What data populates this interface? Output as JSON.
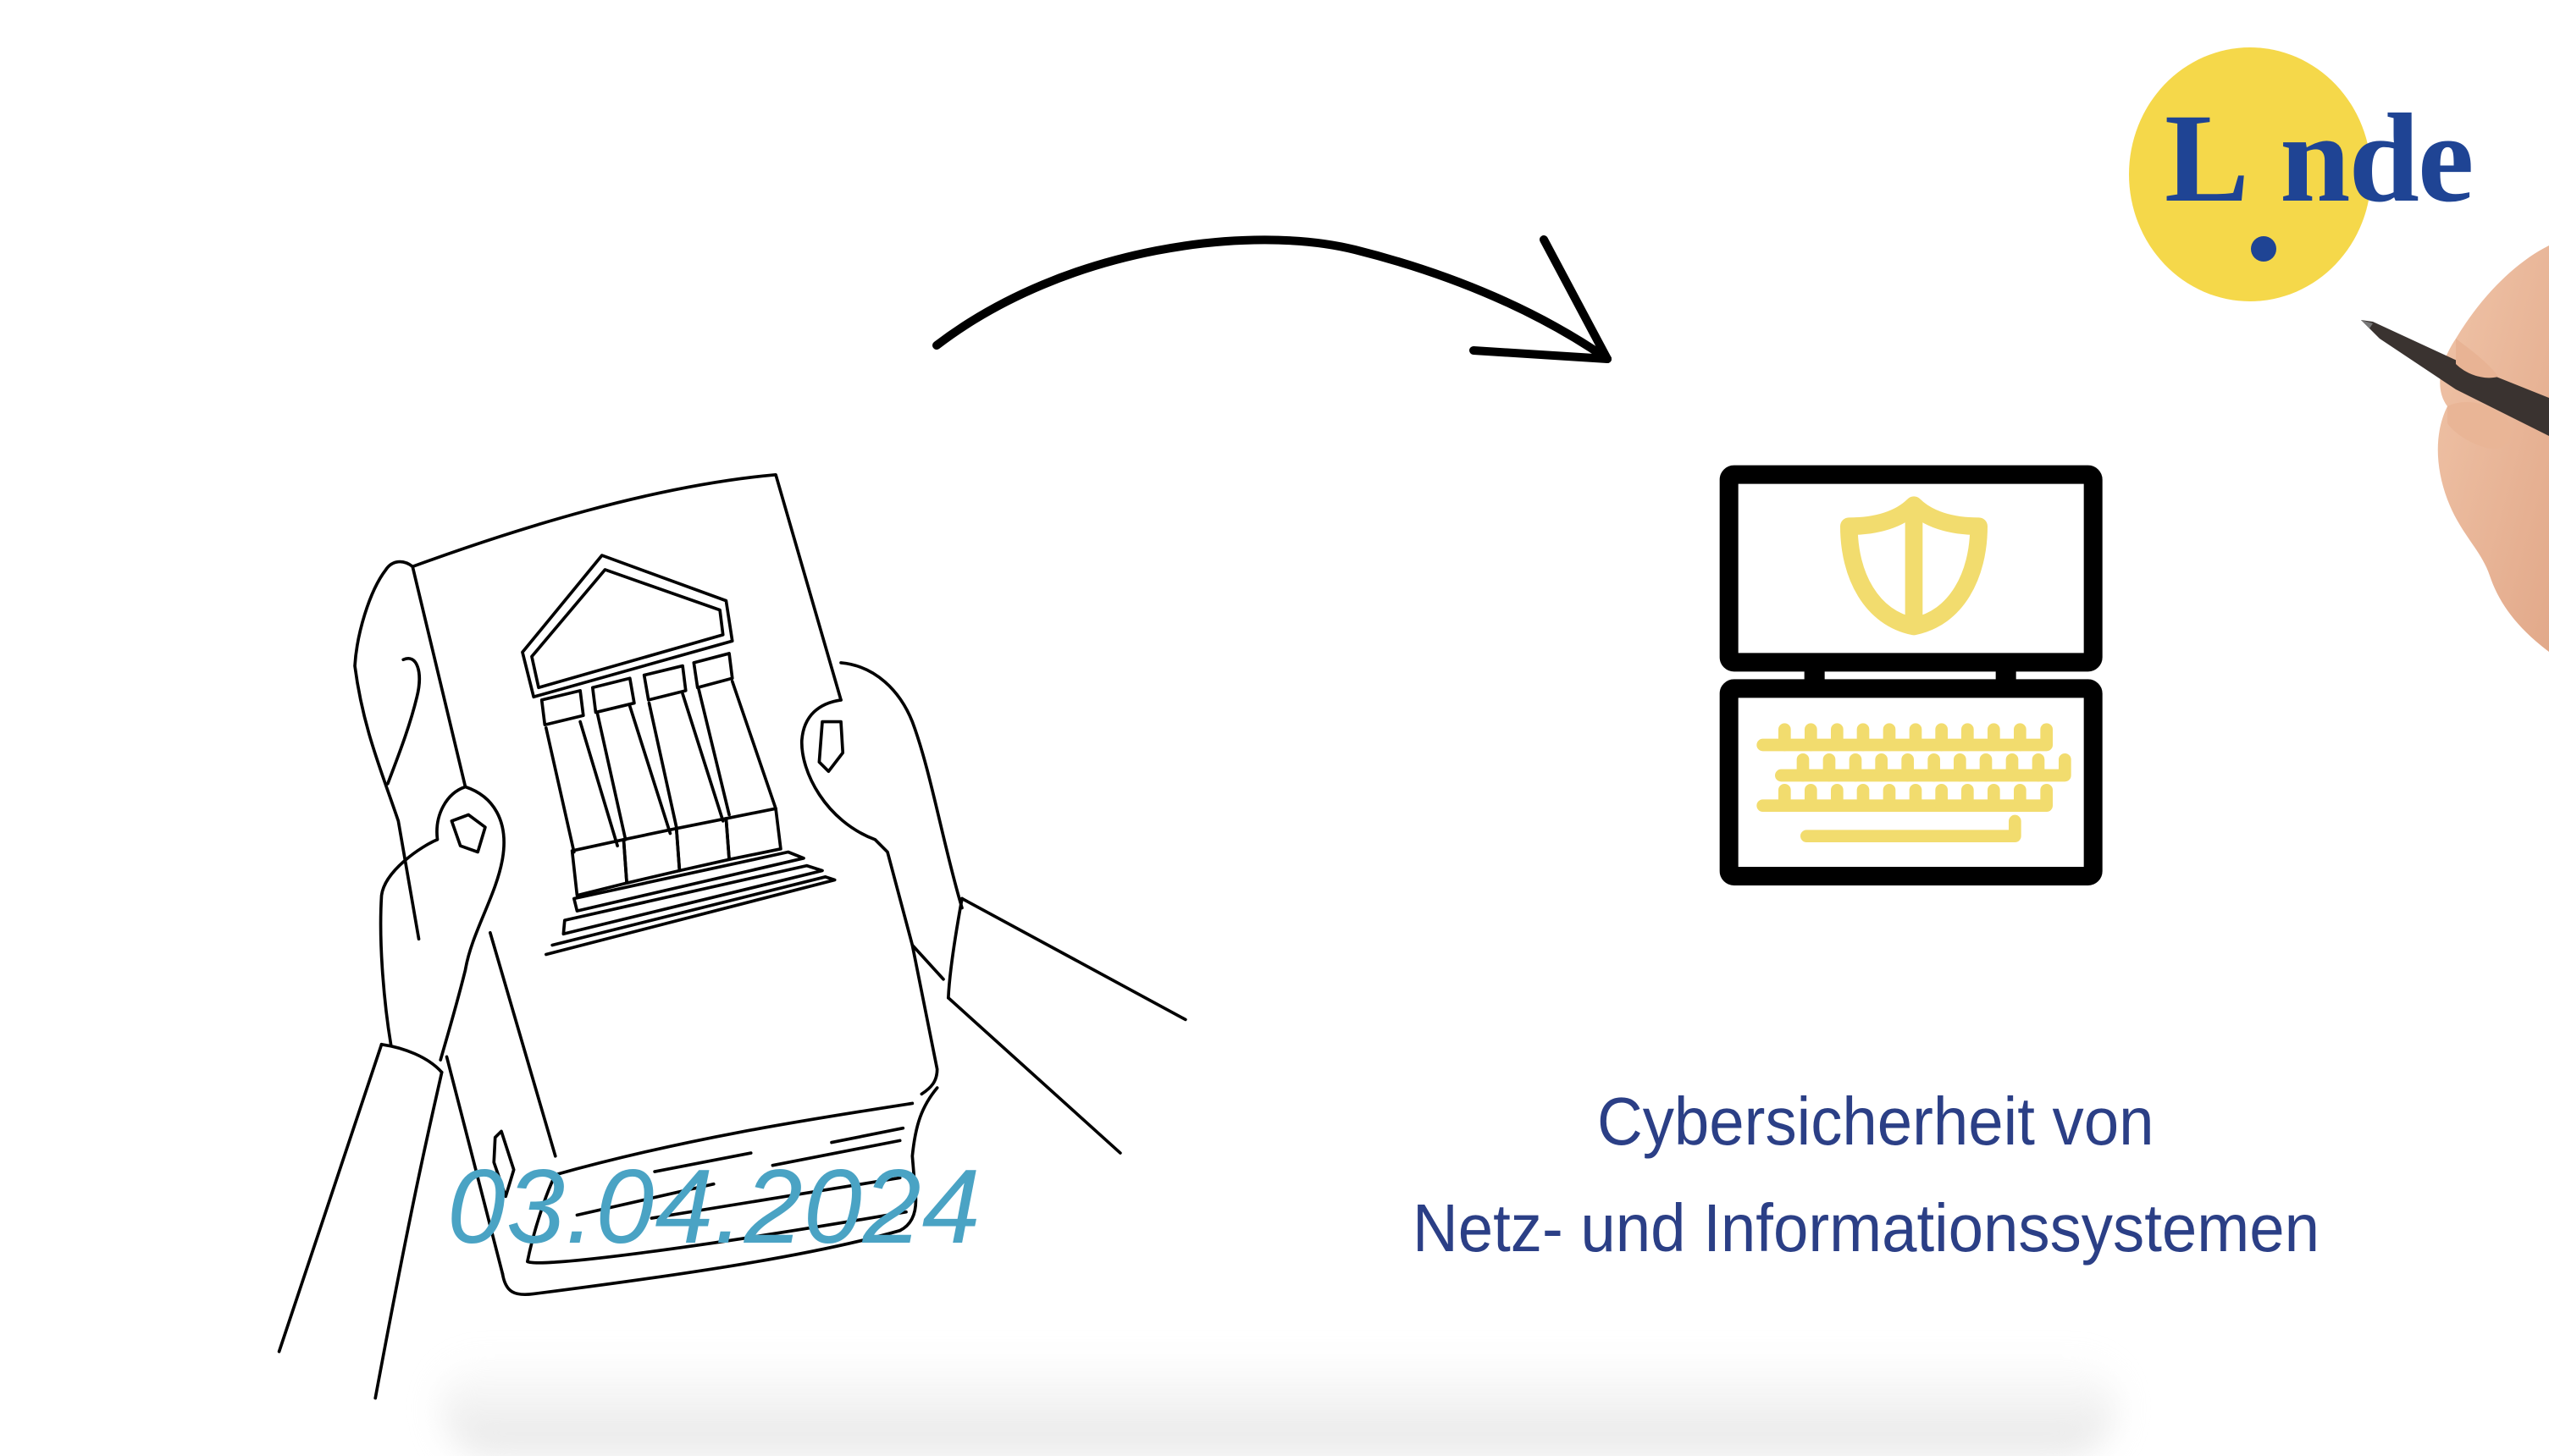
{
  "logo": {
    "text_before": "L",
    "text_after": "nde",
    "full_name": "Linde",
    "circle_color": "#f5d84a",
    "text_color": "#1f4494"
  },
  "left_panel": {
    "illustration": "hands-holding-law-book-icon",
    "date": "03.04.2024",
    "date_color": "#4aa3c4"
  },
  "arrow": {
    "icon": "curved-arrow-right-icon"
  },
  "right_panel": {
    "illustration": "laptop-shield-icon",
    "accent_color": "#f2dc6e",
    "caption_line1": "Cybersicherheit von",
    "caption_line2": "Netz- und Informationssystemen",
    "caption_color": "#2b3f86"
  },
  "hand": {
    "icon": "hand-with-pen-icon"
  }
}
